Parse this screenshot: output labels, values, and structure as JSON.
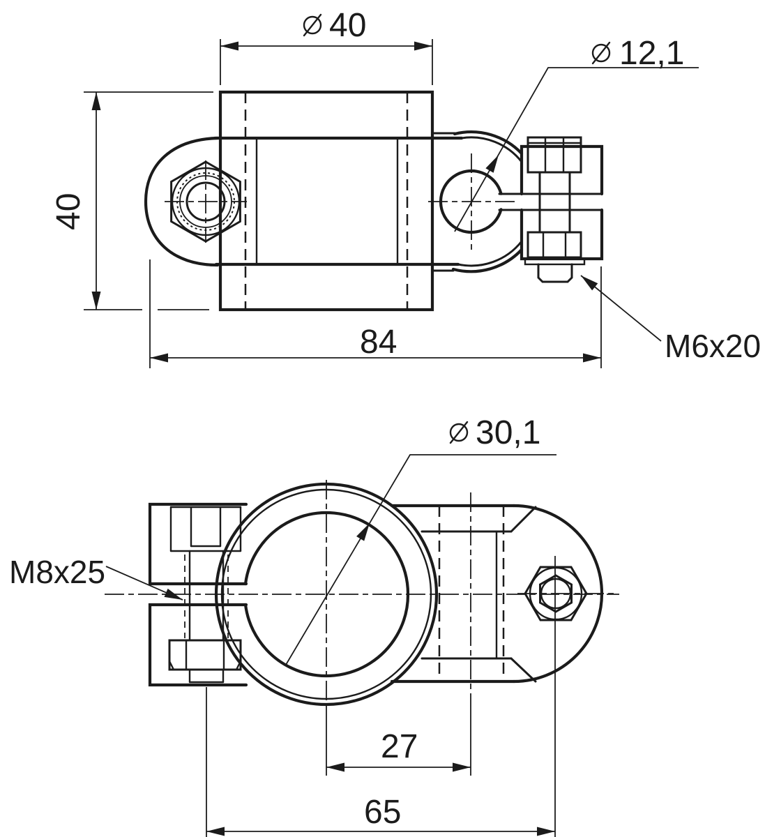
{
  "colors": {
    "ink": "#1b1b1b",
    "paper": "#ffffff"
  },
  "top_view": {
    "outer_diameter": "40",
    "height": "40",
    "overall_length": "84",
    "bore_diameter": "12,1",
    "screw": "M6x20"
  },
  "bottom_view": {
    "bore_diameter": "30,1",
    "screw": "M8x25",
    "axis_offset": "27",
    "screw_spacing": "65"
  }
}
